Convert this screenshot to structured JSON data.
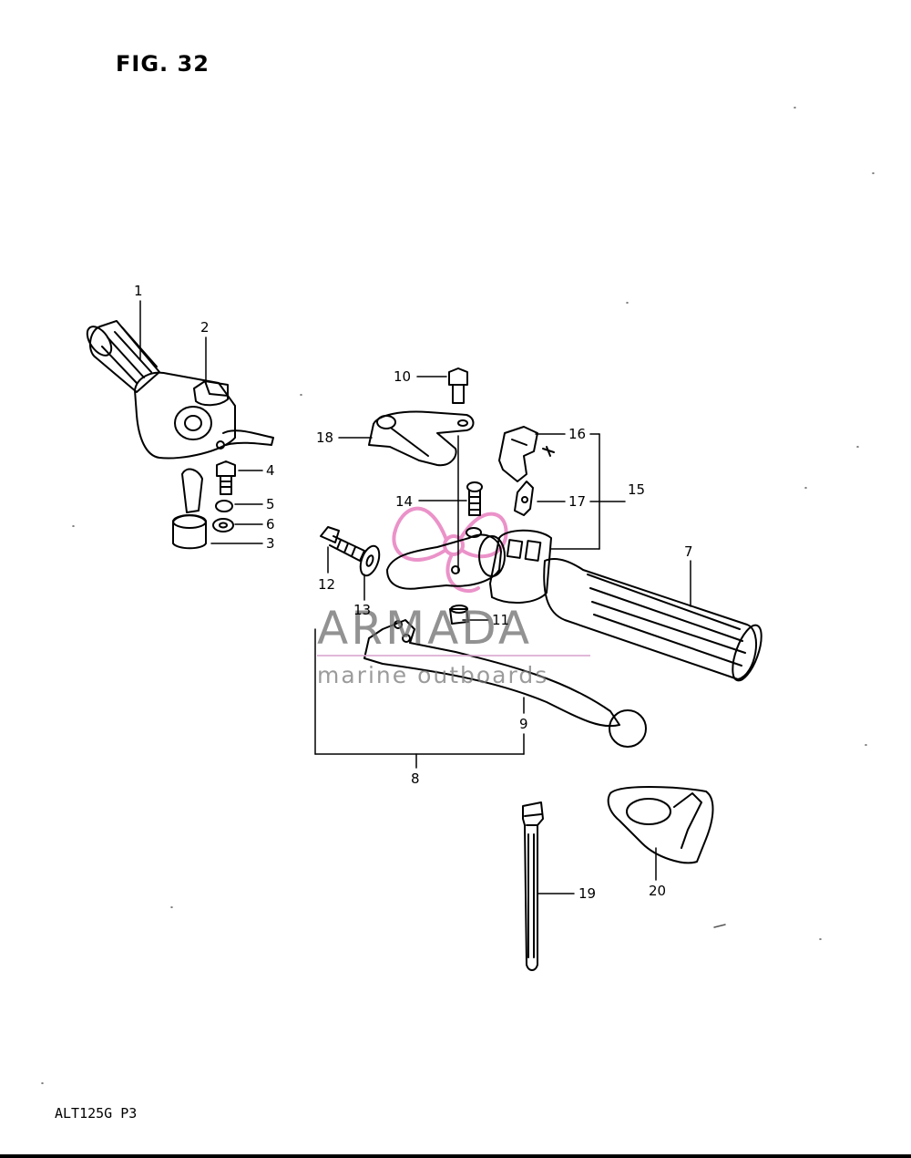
{
  "figure": {
    "title": "FIG. 32",
    "model_code": "ALT125G P3"
  },
  "watermark": {
    "brand": "ARMADA",
    "tagline": "marine outboards",
    "accent_color": "#e87fc0"
  },
  "callouts": [
    "1",
    "2",
    "3",
    "4",
    "5",
    "6",
    "7",
    "8",
    "9",
    "10",
    "11",
    "12",
    "13",
    "14",
    "15",
    "16",
    "17",
    "18",
    "19",
    "20"
  ],
  "parts": [
    {
      "label": "1",
      "icon": "throttle-grip-icon"
    },
    {
      "label": "2",
      "icon": "thumb-lever-icon"
    },
    {
      "label": "3",
      "icon": "cable-adjuster-icon"
    },
    {
      "label": "4",
      "icon": "bolt-icon"
    },
    {
      "label": "5",
      "icon": "lock-washer-icon"
    },
    {
      "label": "6",
      "icon": "washer-icon"
    },
    {
      "label": "7",
      "icon": "left-grip-icon"
    },
    {
      "label": "8",
      "icon": "lever-assembly-bracket"
    },
    {
      "label": "9",
      "icon": "brake-lever-icon"
    },
    {
      "label": "10",
      "icon": "bolt-icon"
    },
    {
      "label": "11",
      "icon": "nut-icon"
    },
    {
      "label": "12",
      "icon": "adjuster-bolt-icon"
    },
    {
      "label": "13",
      "icon": "lock-nut-icon"
    },
    {
      "label": "14",
      "icon": "screw-icon"
    },
    {
      "label": "15",
      "icon": "switch-assembly-bracket"
    },
    {
      "label": "16",
      "icon": "choke-lever-icon"
    },
    {
      "label": "17",
      "icon": "switch-clip-icon"
    },
    {
      "label": "18",
      "icon": "parking-brake-plate-icon"
    },
    {
      "label": "19",
      "icon": "cable-tie-icon"
    },
    {
      "label": "20",
      "icon": "lever-guard-icon"
    }
  ]
}
